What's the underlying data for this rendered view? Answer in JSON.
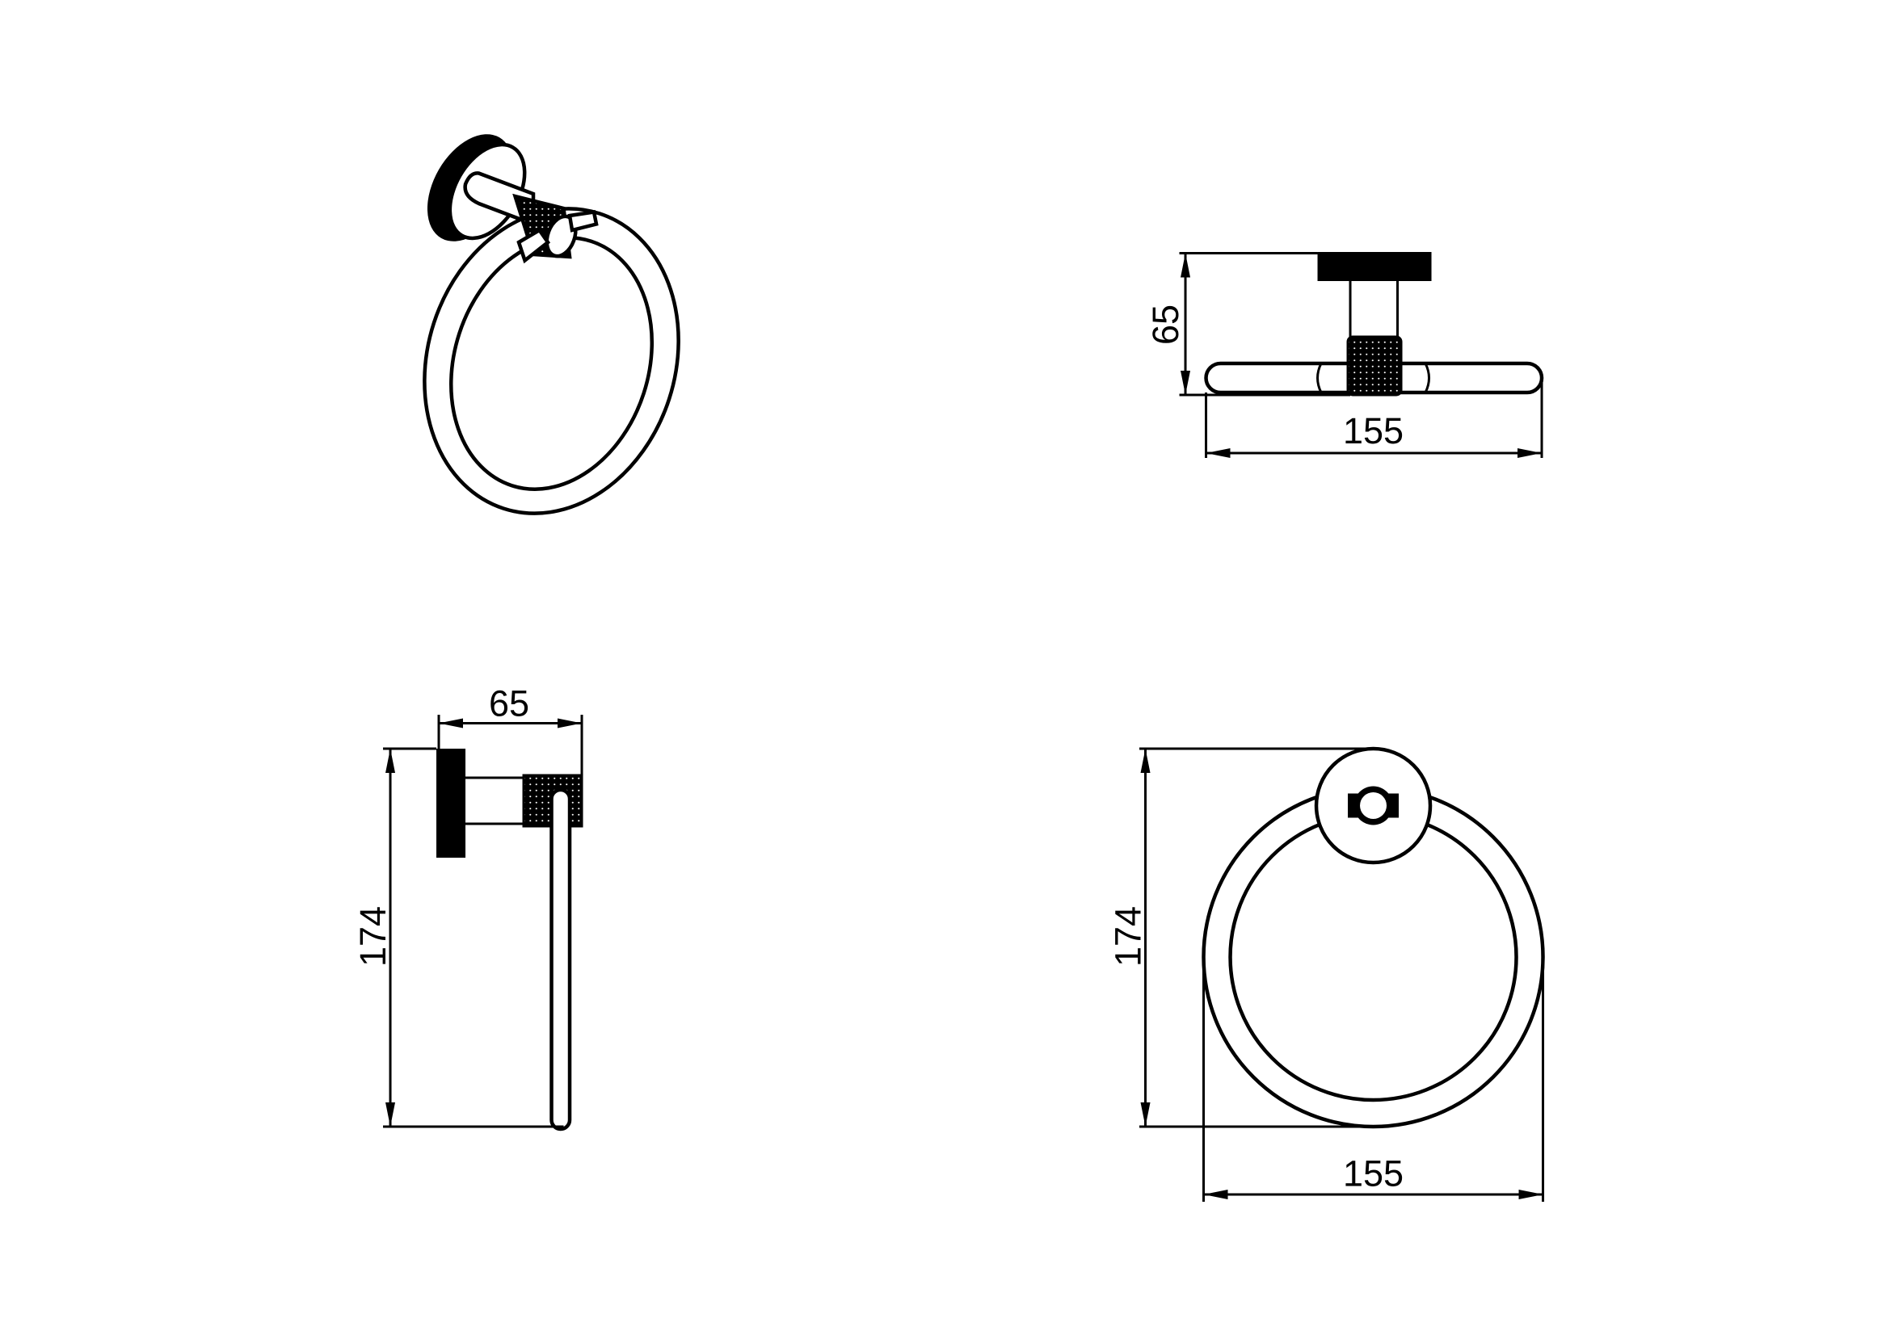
{
  "colors": {
    "ink": "#000000",
    "paper": "#ffffff"
  },
  "views": {
    "isometric": {
      "label": "isometric-view"
    },
    "top": {
      "depth_dim": "65",
      "width_dim": "155"
    },
    "side": {
      "depth_dim": "65",
      "height_dim": "174"
    },
    "front": {
      "height_dim": "174",
      "width_dim": "155"
    }
  }
}
